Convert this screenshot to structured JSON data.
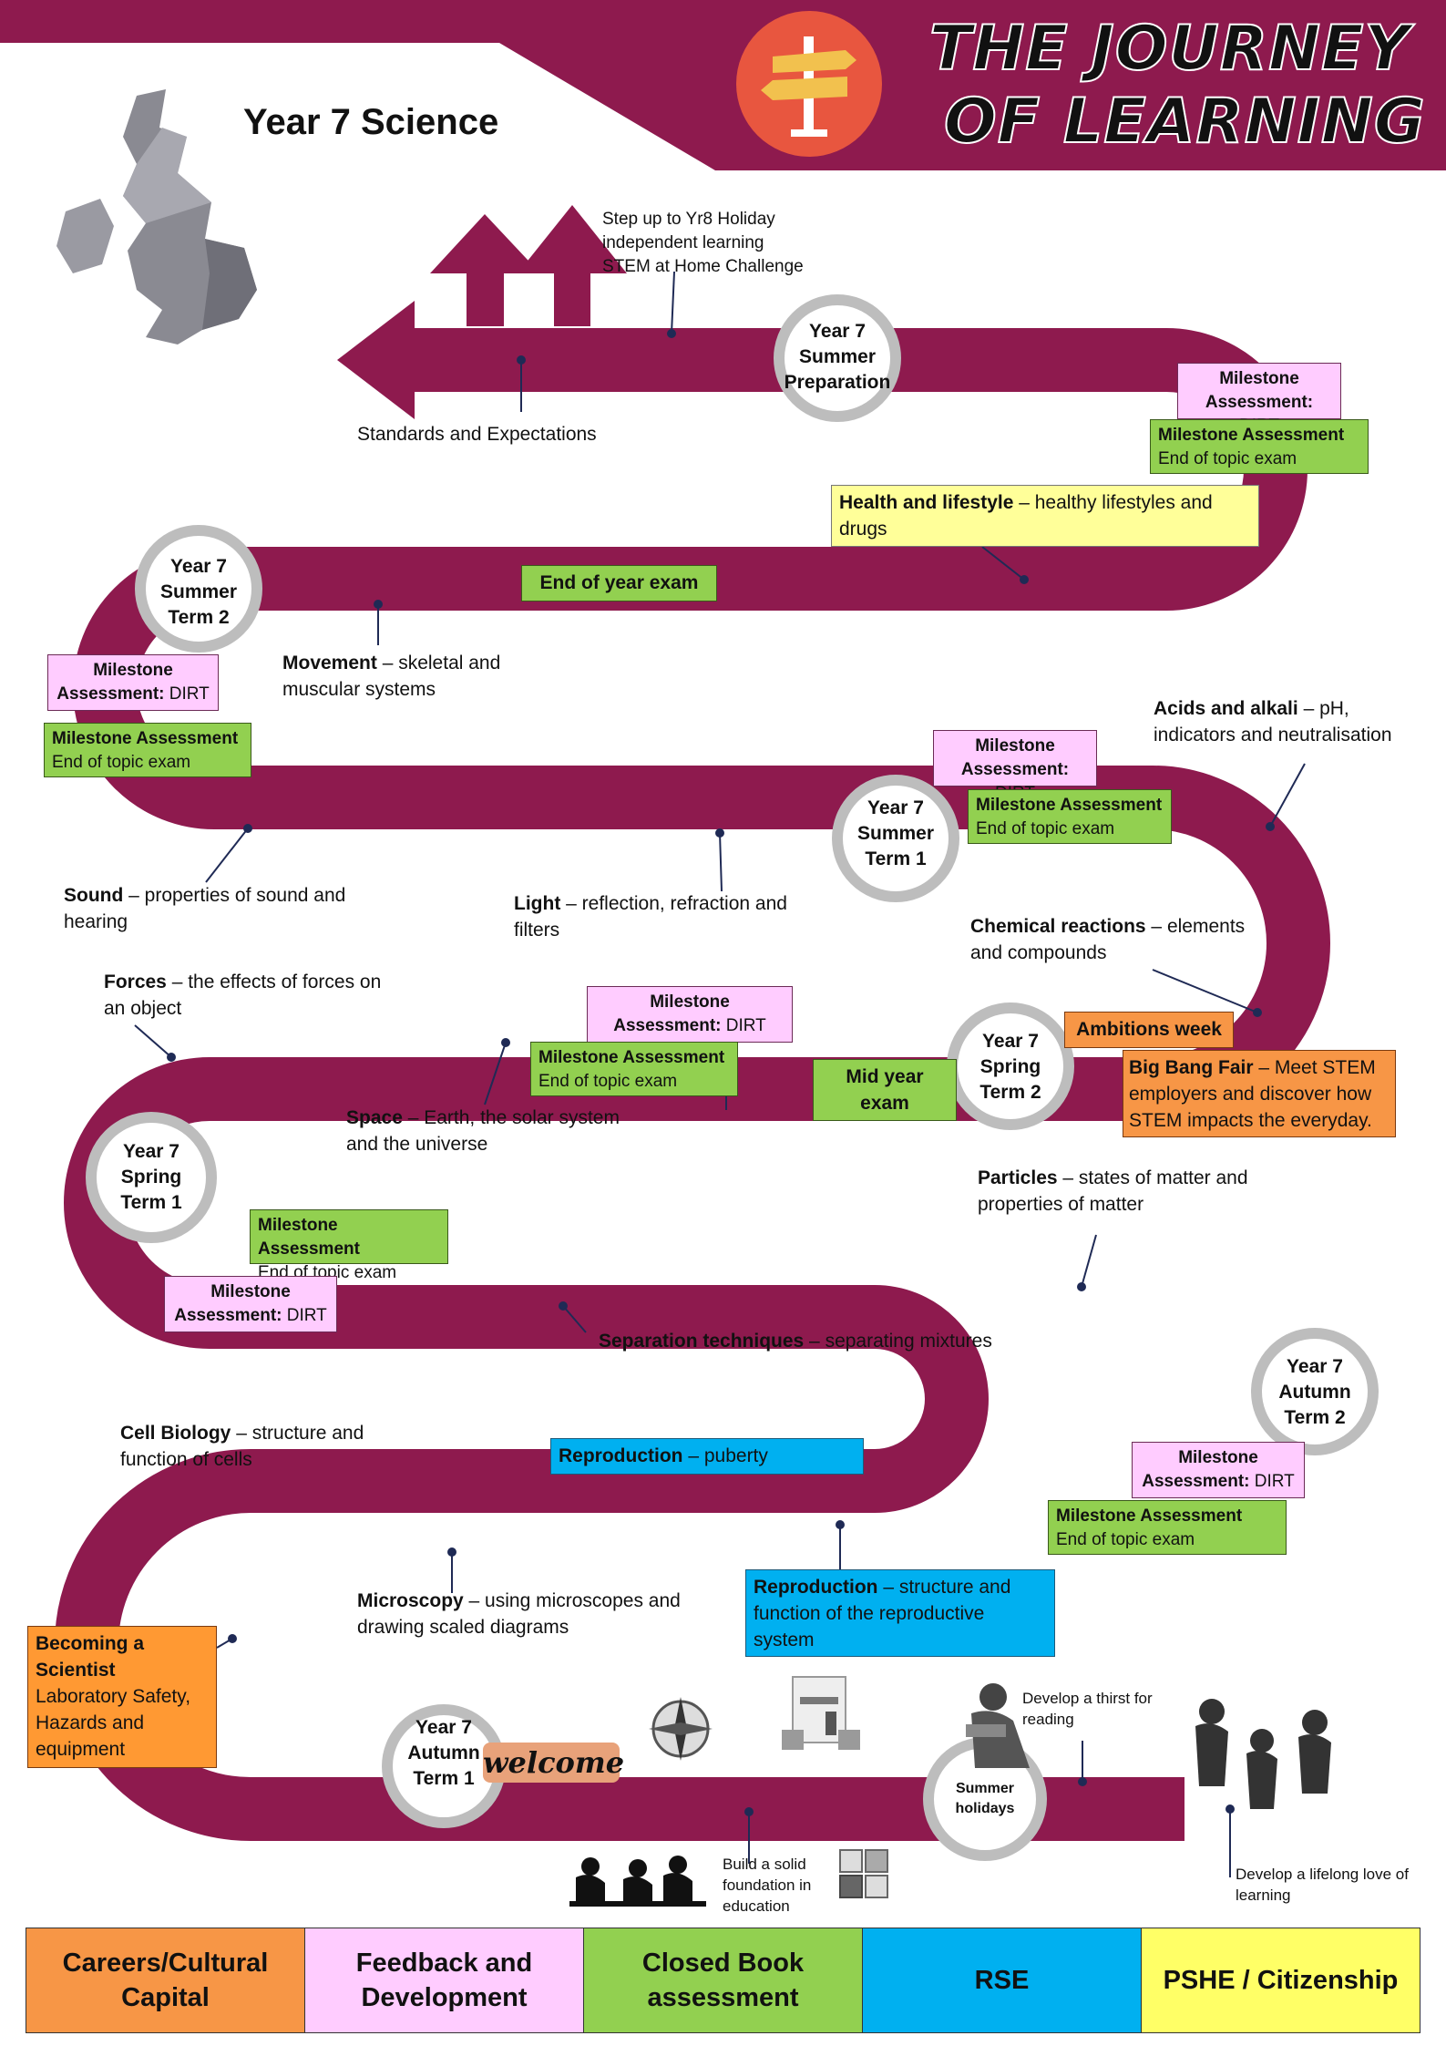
{
  "header": {
    "title_line1": "THE JOURNEY",
    "title_line2": "OF LEARNING",
    "subject": "Year 7 Science"
  },
  "colors": {
    "road": "#8E1A4E",
    "careers": "#F79646",
    "feedback": "#FFCCFF",
    "closed_book": "#92D050",
    "rse": "#00B0F0",
    "pshe": "#FFFF66"
  },
  "icons": {
    "signpost": "signpost-icon",
    "map": "uk-map-icon",
    "compass": "compass-icon",
    "welcome": "welcome-sign"
  },
  "terms": {
    "autumn1": [
      "Year 7",
      "Autumn",
      "Term 1"
    ],
    "autumn2": [
      "Year 7",
      "Autumn",
      "Term 2"
    ],
    "spring1": [
      "Year 7",
      "Spring",
      "Term 1"
    ],
    "spring2": [
      "Year 7",
      "Spring",
      "Term 2"
    ],
    "summer1": [
      "Year 7",
      "Summer",
      "Term 1"
    ],
    "summer2": [
      "Year 7",
      "Summer",
      "Term 2"
    ],
    "summer_prep": [
      "Year 7",
      "Summer",
      "Preparation"
    ],
    "holidays": [
      "Summer",
      "holidays"
    ]
  },
  "welcome_text": "welcome",
  "milestone": {
    "dirt_title": "Milestone",
    "dirt_text": "Assessment:",
    "dirt_word": "DIRT",
    "exam_title": "Milestone Assessment",
    "exam_text": "End of topic exam"
  },
  "topics": {
    "standards": "Standards and Expectations",
    "step_up": "Step up to Yr8 Holiday independent learning STEM at Home Challenge",
    "health_title": "Health and lifestyle",
    "health_text": " – healthy lifestyles and drugs",
    "end_of_year": "End of year exam",
    "movement_title": "Movement",
    "movement_text": " – skeletal and muscular systems",
    "acids_title": "Acids and alkali",
    "acids_text": " – pH, indicators and neutralisation",
    "sound_title": "Sound",
    "sound_text": " – properties of sound and hearing",
    "light_title": "Light",
    "light_text": " – reflection, refraction and filters",
    "chem_title": "Chemical reactions",
    "chem_text": " – elements and compounds",
    "forces_title": "Forces",
    "forces_text": " – the effects of forces on an object",
    "ambitions": "Ambitions week",
    "bigbang_title": "Big Bang Fair",
    "bigbang_text": " – Meet STEM employers and discover how STEM impacts the everyday.",
    "mid_year": "Mid year exam",
    "space_title": "Space",
    "space_text": " – Earth, the solar system and the universe",
    "particles_title": "Particles",
    "particles_text": " – states of matter and properties of matter",
    "separation_title": "Separation techniques",
    "separation_text": " – separating mixtures",
    "cell_title": "Cell Biology",
    "cell_text": " – structure and function of cells",
    "repro1_title": "Reproduction",
    "repro1_text": " – puberty",
    "micro_title": "Microscopy",
    "micro_text": " – using microscopes and drawing scaled diagrams",
    "repro2_title": "Reproduction",
    "repro2_text": " – structure and function of the reproductive system",
    "becoming_title": "Becoming a Scientist",
    "becoming_text": "Laboratory Safety, Hazards and equipment",
    "thirst": "Develop a thirst for reading",
    "foundation": "Build a solid foundation in education",
    "lifelong": "Develop a lifelong love of learning"
  },
  "legend": {
    "careers": "Careers/Cultural Capital",
    "feedback": "Feedback and Development",
    "closed_book": "Closed Book assessment",
    "rse": "RSE",
    "pshe": "PSHE / Citizenship"
  }
}
